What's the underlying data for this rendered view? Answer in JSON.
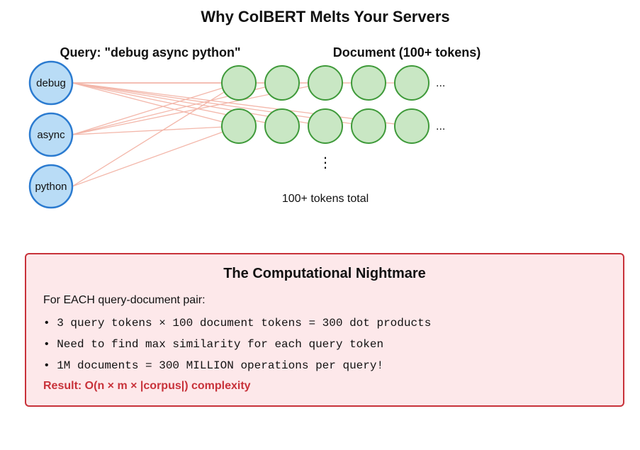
{
  "title": "Why ColBERT Melts Your Servers",
  "query": {
    "label": "Query: \"debug async python\"",
    "tokens": [
      "debug",
      "async",
      "python"
    ]
  },
  "document": {
    "label": "Document (100+ tokens)",
    "rows": 2,
    "tokens_per_row": 5,
    "row_ellipsis": "...",
    "vertical_ellipsis": "⋮",
    "total_label": "100+ tokens total"
  },
  "panel": {
    "title": "The Computational Nightmare",
    "intro": "For EACH query-document pair:",
    "bullets": [
      "• 3 query tokens × 100 document tokens = 300 dot products",
      "• Need to find max similarity for each query token",
      "• 1M documents = 300 MILLION operations per query!"
    ],
    "result": "Result: O(n × m × |corpus|) complexity"
  },
  "colors": {
    "query_fill": "#b9dcf6",
    "query_stroke": "#2b7bd0",
    "doc_fill": "#c9e7c4",
    "doc_stroke": "#3f9a3a",
    "connection_line": "#f3b7aa",
    "panel_fill": "#fde8ea",
    "panel_border": "#c8323a",
    "result_text": "#c8323a"
  }
}
